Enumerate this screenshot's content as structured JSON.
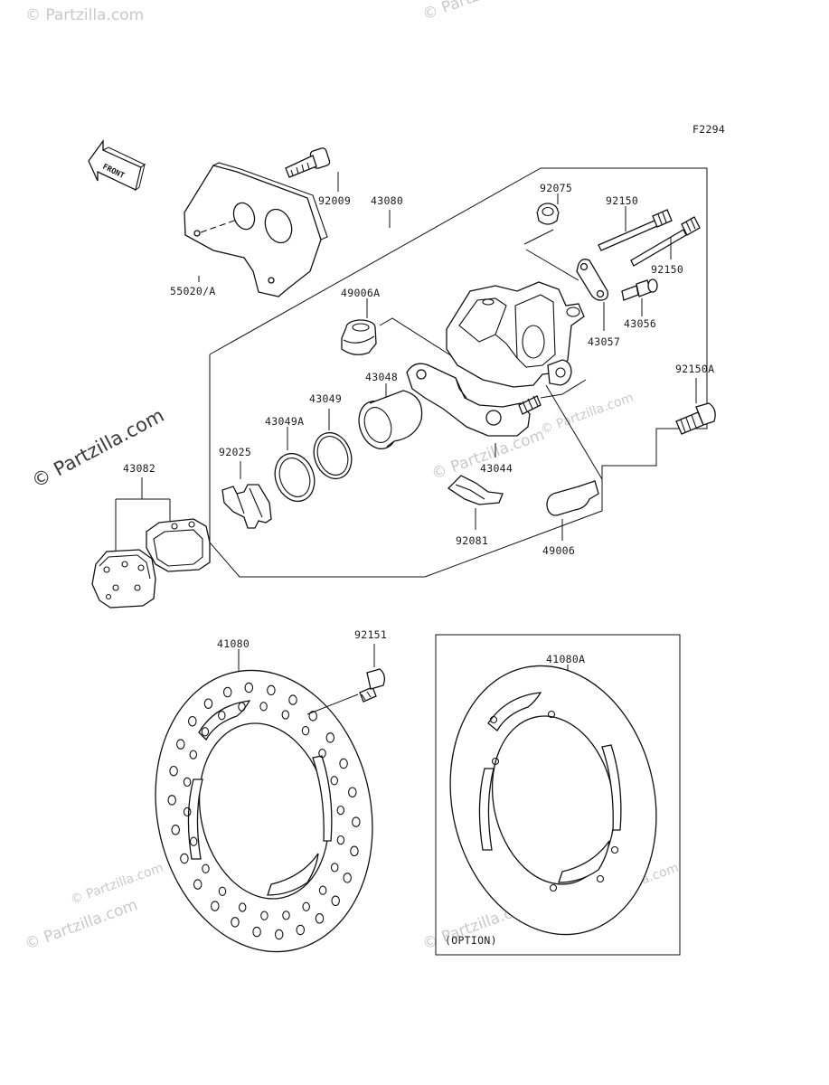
{
  "figure_code": "F2294",
  "front_label": "FRONT",
  "option_label": "(OPTION)",
  "watermark_main": "© Partzilla.com",
  "watermark_faint": "© Partzilla.com",
  "parts": {
    "p92009": "92009",
    "p55020a": "55020/A",
    "p43080": "43080",
    "p92075": "92075",
    "p92150_top": "92150",
    "p92150_bottom": "92150",
    "p43056": "43056",
    "p43057": "43057",
    "p49006a": "49006A",
    "p43048": "43048",
    "p43049": "43049",
    "p43049a": "43049A",
    "p92150a": "92150A",
    "p92025": "92025",
    "p43044": "43044",
    "p43082": "43082",
    "p92081": "92081",
    "p49006": "49006",
    "p41080": "41080",
    "p92151": "92151",
    "p41080a": "41080A"
  }
}
